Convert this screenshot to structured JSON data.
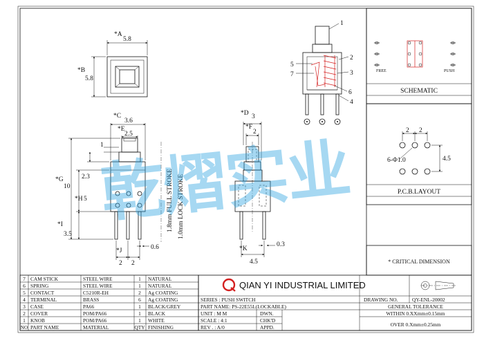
{
  "top_view": {
    "dim_a_label": "*A",
    "dim_a": "5.8",
    "dim_b_label": "*B",
    "dim_b": "5.8"
  },
  "front_view": {
    "dim_c_label": "*C",
    "dim_c": "3.6",
    "dim_e_label": "*E",
    "dim_e": "2.5",
    "dim_1": "1",
    "dim_g_label": "*G",
    "dim_g": "10",
    "dim_23": "2.3",
    "dim_h_label": "*H",
    "dim_h": "5",
    "dim_i_label": "*I",
    "dim_i": "3.5",
    "dim_j_label": "*J",
    "pitch_1": "2",
    "pitch_2": "2",
    "dim_06": "0.6",
    "full_stroke": "1.8mm FULL STROKE",
    "lock_stroke": "1.0mm LOCK STROKE"
  },
  "side_view": {
    "dim_d_label": "*D",
    "dim_d": "3",
    "dim_f_label": "*F",
    "dim_f": "2",
    "dim_k_label": "*K",
    "dim_k": "4.5",
    "dim_03": "0.3"
  },
  "section_callouts": [
    "1",
    "2",
    "3",
    "4",
    "5",
    "6",
    "7"
  ],
  "schematic": {
    "title": "SCHEMATIC",
    "free_label": "FREE",
    "push_label": "PUSH"
  },
  "pcb_layout": {
    "title": "P.C.B.LAYOUT",
    "pitch_1": "2",
    "pitch_2": "2",
    "hole": "6-Φ1.0",
    "row_gap": "4.5"
  },
  "critical_note": "* CRITICAL DIMENSION",
  "watermark": "乾熠实业",
  "bom": {
    "header": [
      "NO",
      "PART NAME",
      "MATERIAL",
      "QTY",
      "FINISHING"
    ],
    "rows": [
      [
        "7",
        "CAM STICK",
        "STEEL WIRE",
        "1",
        "NATURAL"
      ],
      [
        "6",
        "SPRING",
        "STEEL WIRE",
        "1",
        "NATURAL"
      ],
      [
        "5",
        "CONTACT",
        "C5210R-EH",
        "2",
        "Ag COATING"
      ],
      [
        "4",
        "TERMINAL",
        "BRASS",
        "6",
        "Ag COATING"
      ],
      [
        "3",
        "CASE",
        "PA66",
        "1",
        "BLACK/GREY"
      ],
      [
        "2",
        "COVER",
        "POM/PA66",
        "1",
        "BLACK"
      ],
      [
        "1",
        "KNOB",
        "POM/PA66",
        "1",
        "WHITE"
      ]
    ]
  },
  "company": "QIAN YI INDUSTRIAL LIMITED",
  "title_block": {
    "series": "SERIES : PUSH SWITCH",
    "part_name": "PART NAME: PS-22E55L(LOCKABLE)",
    "unit": "UNIT : M M",
    "scale": "SCALE : 4:1",
    "rev": "REV . : A/0",
    "dwn": "DWN.",
    "chkd": "CHK'D",
    "appd": "APPD.",
    "drawing_no": "DRAWING NO.",
    "drawing_no_value": "QY-ENL-20002",
    "tolerance_title": "GENERAL TOLERANCE",
    "tol_within": "WITHIN 0.XXmm±0.15mm",
    "tol_over": "OVER   0.Xmm±0.25mm"
  },
  "colors": {
    "line": "#111111",
    "internal": "#d42020",
    "watermark": "#2aa3e0",
    "logo": "#d42020"
  }
}
